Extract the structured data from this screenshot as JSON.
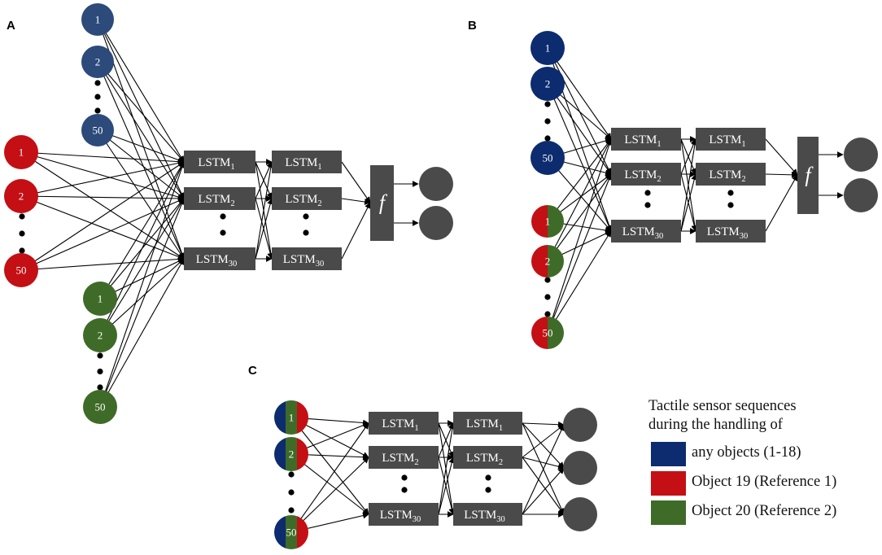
{
  "panels": {
    "A": {
      "label": "A"
    },
    "B": {
      "label": "B"
    },
    "C": {
      "label": "C"
    }
  },
  "node_labels": {
    "first": "1",
    "second": "2",
    "last": "50"
  },
  "lstm": {
    "prefix": "LSTM",
    "layer1": [
      "1",
      "2",
      "30"
    ],
    "layer2": [
      "1",
      "2",
      "30"
    ]
  },
  "function_label": "f",
  "legend": {
    "title_line1": "Tactile sensor sequences",
    "title_line2": "during the handling of",
    "items": [
      {
        "label": "any objects (1-18)",
        "color": "#0d2b6f"
      },
      {
        "label": "Object 19 (Reference 1)",
        "color": "#c40f14"
      },
      {
        "label": "Object 20 (Reference 2)",
        "color": "#3f6b28"
      }
    ]
  },
  "colors": {
    "blue_node": "#2c4a7a",
    "red_node": "#c40f14",
    "green_node": "#3f6b28",
    "dark_blue_node": "#0d2b6f",
    "box": "#4a4a4a",
    "output": "#4a4a4a"
  }
}
